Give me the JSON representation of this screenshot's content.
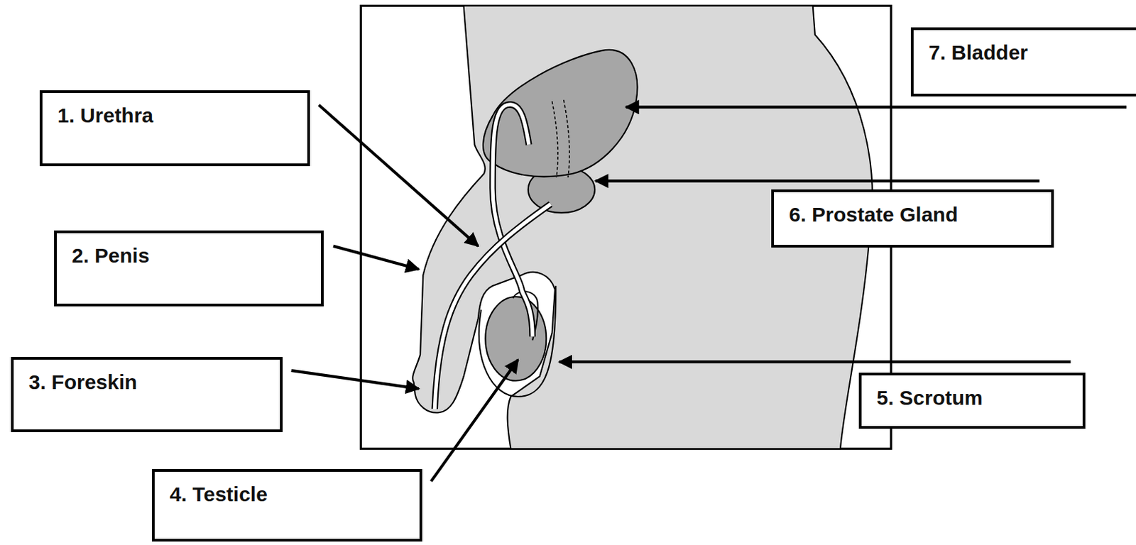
{
  "diagram": {
    "nodes": [
      {
        "text": [
          "1. Urethra"
        ]
      },
      {
        "text": [
          "2. Penis"
        ]
      },
      {
        "text": [
          "3. Foreskin"
        ]
      },
      {
        "text": [
          "4. Testicle"
        ]
      },
      {
        "text": [
          "5. Scrotum"
        ]
      },
      {
        "text": [
          "6. Prostate Gland"
        ]
      },
      {
        "text": [
          "7. Bladder"
        ]
      }
    ]
  }
}
